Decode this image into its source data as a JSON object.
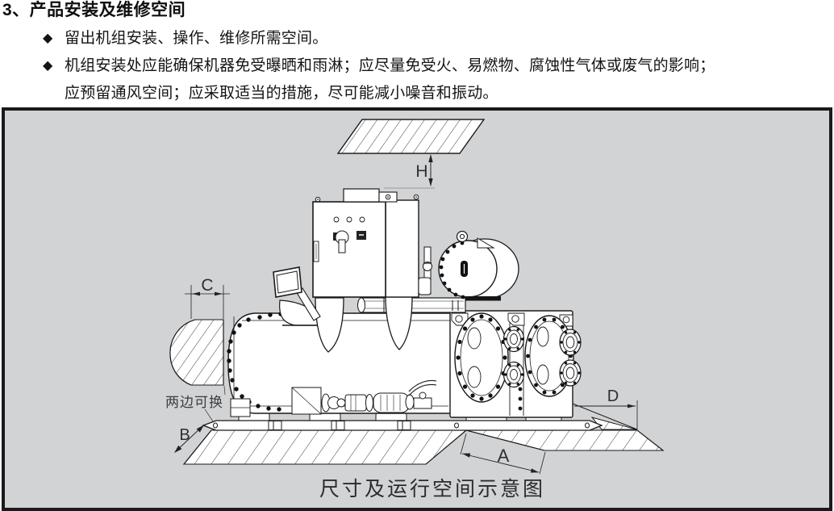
{
  "document": {
    "section_title": "3、产品安装及维修空间",
    "bullet_marker": "◆",
    "bullets": [
      {
        "lines": [
          "留出机组安装、操作、维修所需空间。"
        ]
      },
      {
        "lines": [
          "机组安装处应能确保机器免受曝晒和雨淋；应尽量免受火、易燃物、腐蚀性气体或废气的影响；",
          "应预留通风空间；应采取适当的措施，尽可能减小噪音和振动。"
        ]
      }
    ]
  },
  "figure": {
    "caption": "尺寸及运行空间示意图",
    "machine_note": "两边可换",
    "dimension_labels": {
      "top_clearance": "H",
      "left_clearance": "C",
      "bottom_left_clearance": "B",
      "tube_pull_space": "A",
      "right_clearance": "D"
    },
    "colors": {
      "figure_background": "#d2d3d5",
      "figure_border": "#1a1a1c",
      "line_art": "#1a1a1a"
    }
  }
}
